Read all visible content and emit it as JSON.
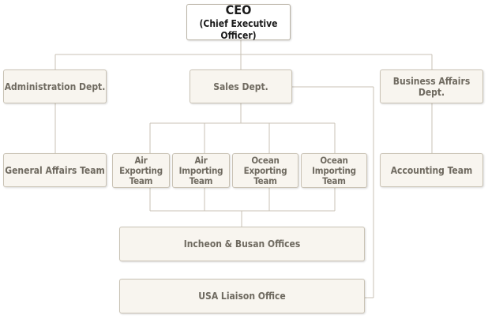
{
  "ceo": {
    "title": "CEO",
    "subtitle": "(Chief Executive Officer)"
  },
  "departments": {
    "administration": "Administration Dept.",
    "sales": "Sales Dept.",
    "business_affairs": "Business Affairs Dept."
  },
  "teams": {
    "general_affairs": "General Affairs Team",
    "air_exporting": [
      "Air Exporting",
      "Team"
    ],
    "air_importing": [
      "Air Importing",
      "Team"
    ],
    "ocean_exporting": [
      "Ocean Exporting",
      "Team"
    ],
    "ocean_importing": [
      "Ocean Importing",
      "Team"
    ],
    "accounting": "Accounting Team"
  },
  "offices": {
    "incheon_busan": "Incheon & Busan Offices",
    "usa_liaison": "USA Liaison Office"
  },
  "colors": {
    "line": "#c9c2b4",
    "box_fill": "#f8f5ef",
    "text": "#6f6a60"
  }
}
